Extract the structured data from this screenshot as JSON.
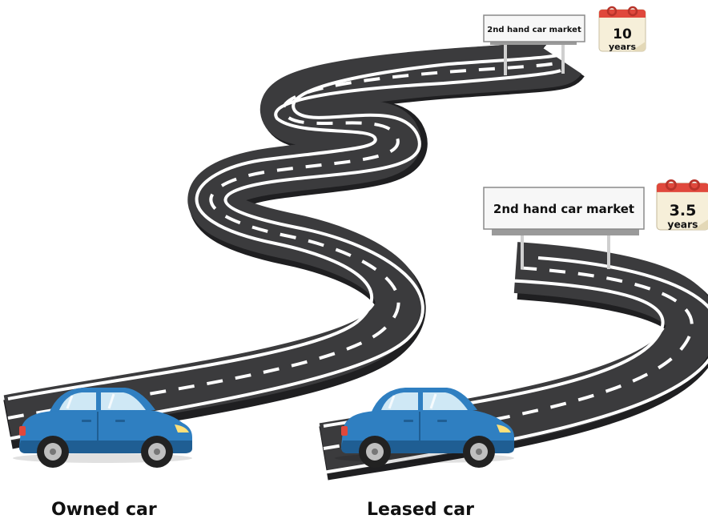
{
  "routes": [
    {
      "caption": "Owned car",
      "billboard": "2nd hand car market",
      "calendar": {
        "value": "10",
        "unit": "years"
      }
    },
    {
      "caption": "Leased car",
      "billboard": "2nd hand car market",
      "calendar": {
        "value": "3.5",
        "unit": "years"
      }
    }
  ],
  "colors": {
    "asphalt": "#3b3b3d",
    "road_edge": "#1f1f21",
    "lane_line": "#ffffff",
    "car_body": "#2f7fc1",
    "car_dark": "#1f5e93",
    "calendar_red": "#e0483c",
    "calendar_paper": "#f6efd9"
  }
}
